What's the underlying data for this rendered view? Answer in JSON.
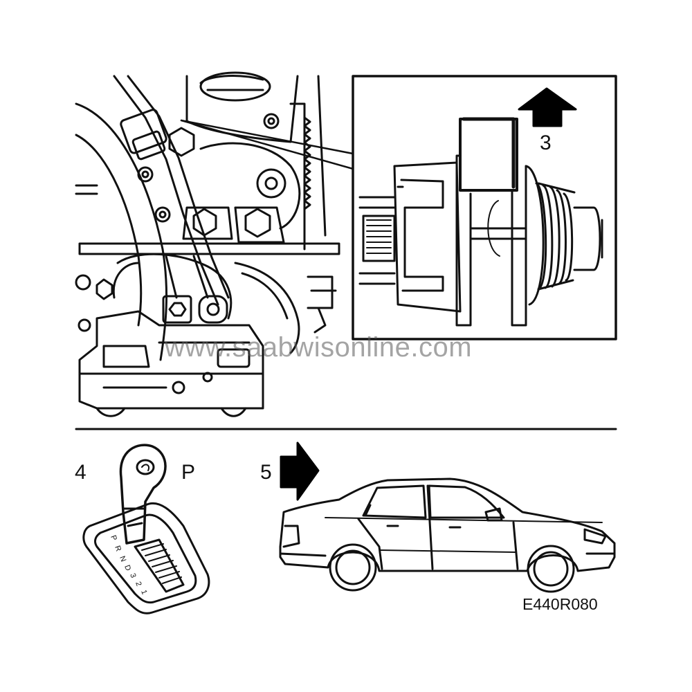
{
  "callouts": {
    "step3": "3",
    "step4": "4",
    "gear_p": "P",
    "step5": "5"
  },
  "figure_code": "E440R080",
  "watermark": "www.saabwisonline.com",
  "gear_sequence": [
    "P",
    "R",
    "N",
    "D",
    "3",
    "2",
    "1"
  ],
  "colors": {
    "line": "#111111",
    "arrow": "#000000",
    "paper": "#ffffff"
  }
}
